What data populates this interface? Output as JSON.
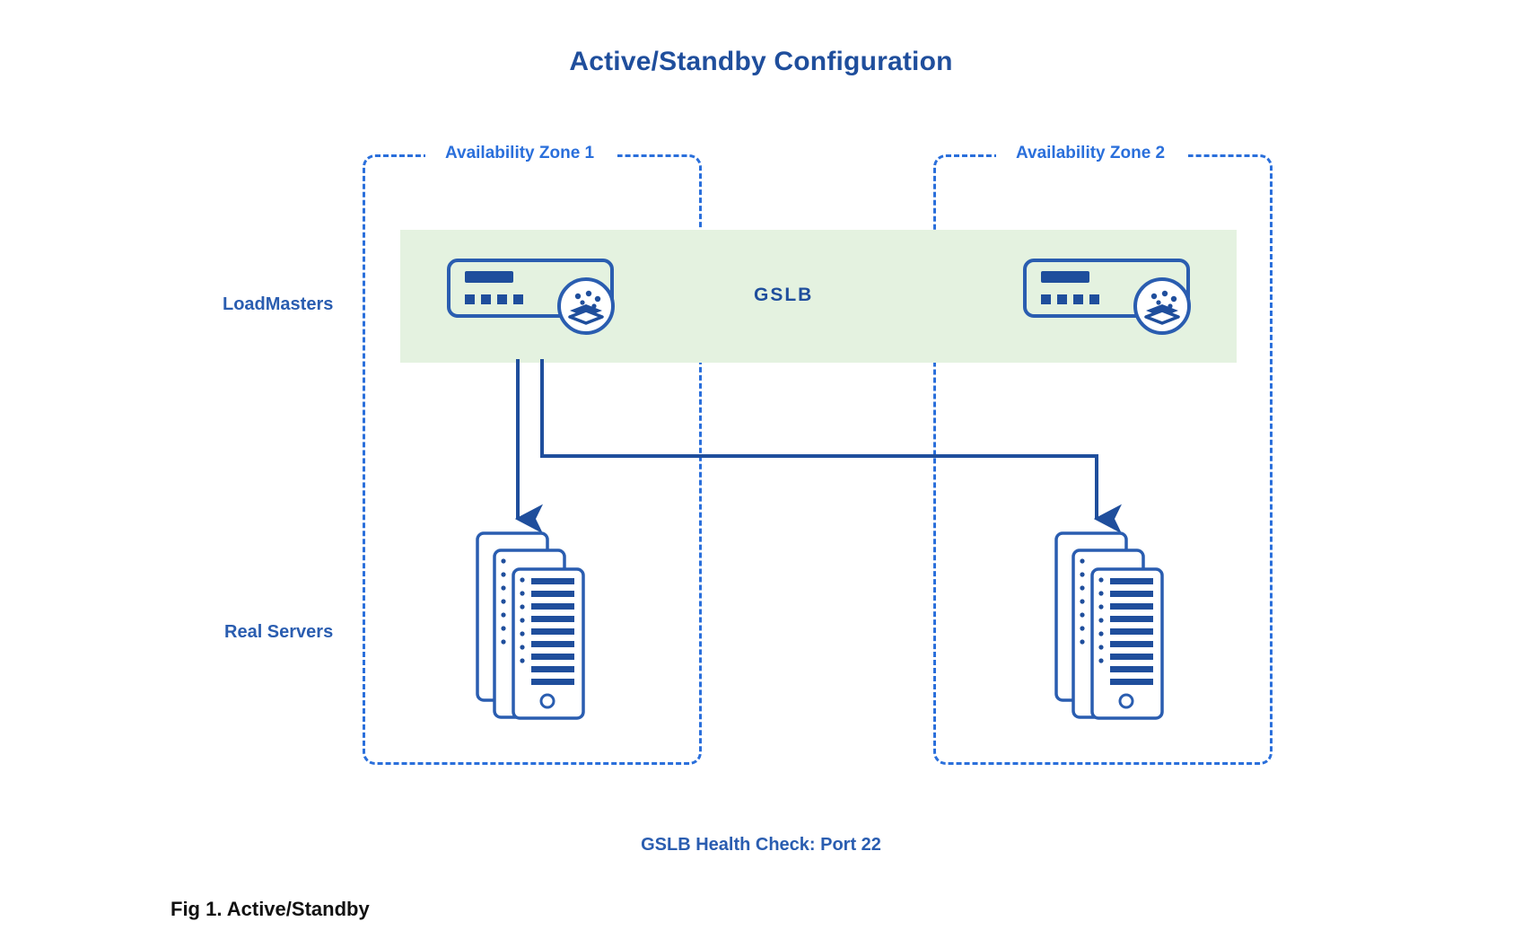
{
  "title": "Active/Standby Configuration",
  "colors": {
    "title_blue": "#1f4e9c",
    "zone_border_blue": "#2a6fdb",
    "label_blue": "#2a5db0",
    "band_green": "#e4f2e0",
    "caption_black": "#111111"
  },
  "row_labels": {
    "loadmasters": "LoadMasters",
    "real_servers": "Real Servers"
  },
  "band": {
    "label": "GSLB"
  },
  "zones": [
    {
      "label": "Availability Zone 1",
      "appliance_name": "loadmaster-appliance",
      "servers_name": "real-server-stack"
    },
    {
      "label": "Availability Zone 2",
      "appliance_name": "loadmaster-appliance",
      "servers_name": "real-server-stack"
    }
  ],
  "footer": {
    "health_check": "GSLB Health Check: Port 22"
  },
  "caption": "Fig 1. Active/Standby",
  "icons": {
    "appliance_badge": "layers-stack-icon",
    "server": "server-stack-icon",
    "arrow": "arrow-down-icon"
  }
}
